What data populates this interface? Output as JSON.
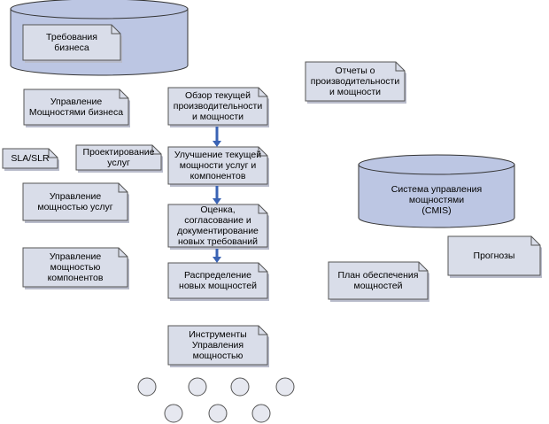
{
  "colors": {
    "box_fill": "#d9dde9",
    "box_stroke": "#555555",
    "box_shadow": "#b9bccb",
    "cylinder_fill": "#bcc6e3",
    "cylinder_stroke": "#333333",
    "arrow": "#3a63b4",
    "circle_fill": "#e6e8f0"
  },
  "shapes": {
    "business_requirements": "Требования\nбизнеса",
    "business_capacity_mgmt": "Управление\nМощностями бизнеса",
    "sla_slr": "SLA/SLR",
    "service_design": "Проектирование\nуслуг",
    "service_capacity_mgmt": "Управление\nмощностью услуг",
    "component_capacity_mgmt": "Управление\nмощностью\nкомпонентов",
    "current_performance_review": "Обзор текущей\nпроизводительности\nи мощности",
    "improve_current_capacity": "Улучшение текущей\nмощности услуг и\nкомпонентов",
    "assess_new_requirements": "Оценка,\nсогласование и\nдокументирование\nновых требований",
    "allocate_new_capacity": "Распределение\nновых мощностей",
    "capacity_tools": "Инструменты\nУправления\nмощностью",
    "performance_reports": "Отчеты о\nпроизводительности\nи мощности",
    "cmis": "Система управления\nмощностями\n(CMIS)",
    "capacity_plan": "План обеспечения\nмощностей",
    "forecasts": "Прогнозы"
  },
  "icons": {
    "document_shape": "document-icon",
    "cylinder_shape": "database-icon",
    "arrow": "arrow-down-icon",
    "circle": "circle-icon"
  }
}
